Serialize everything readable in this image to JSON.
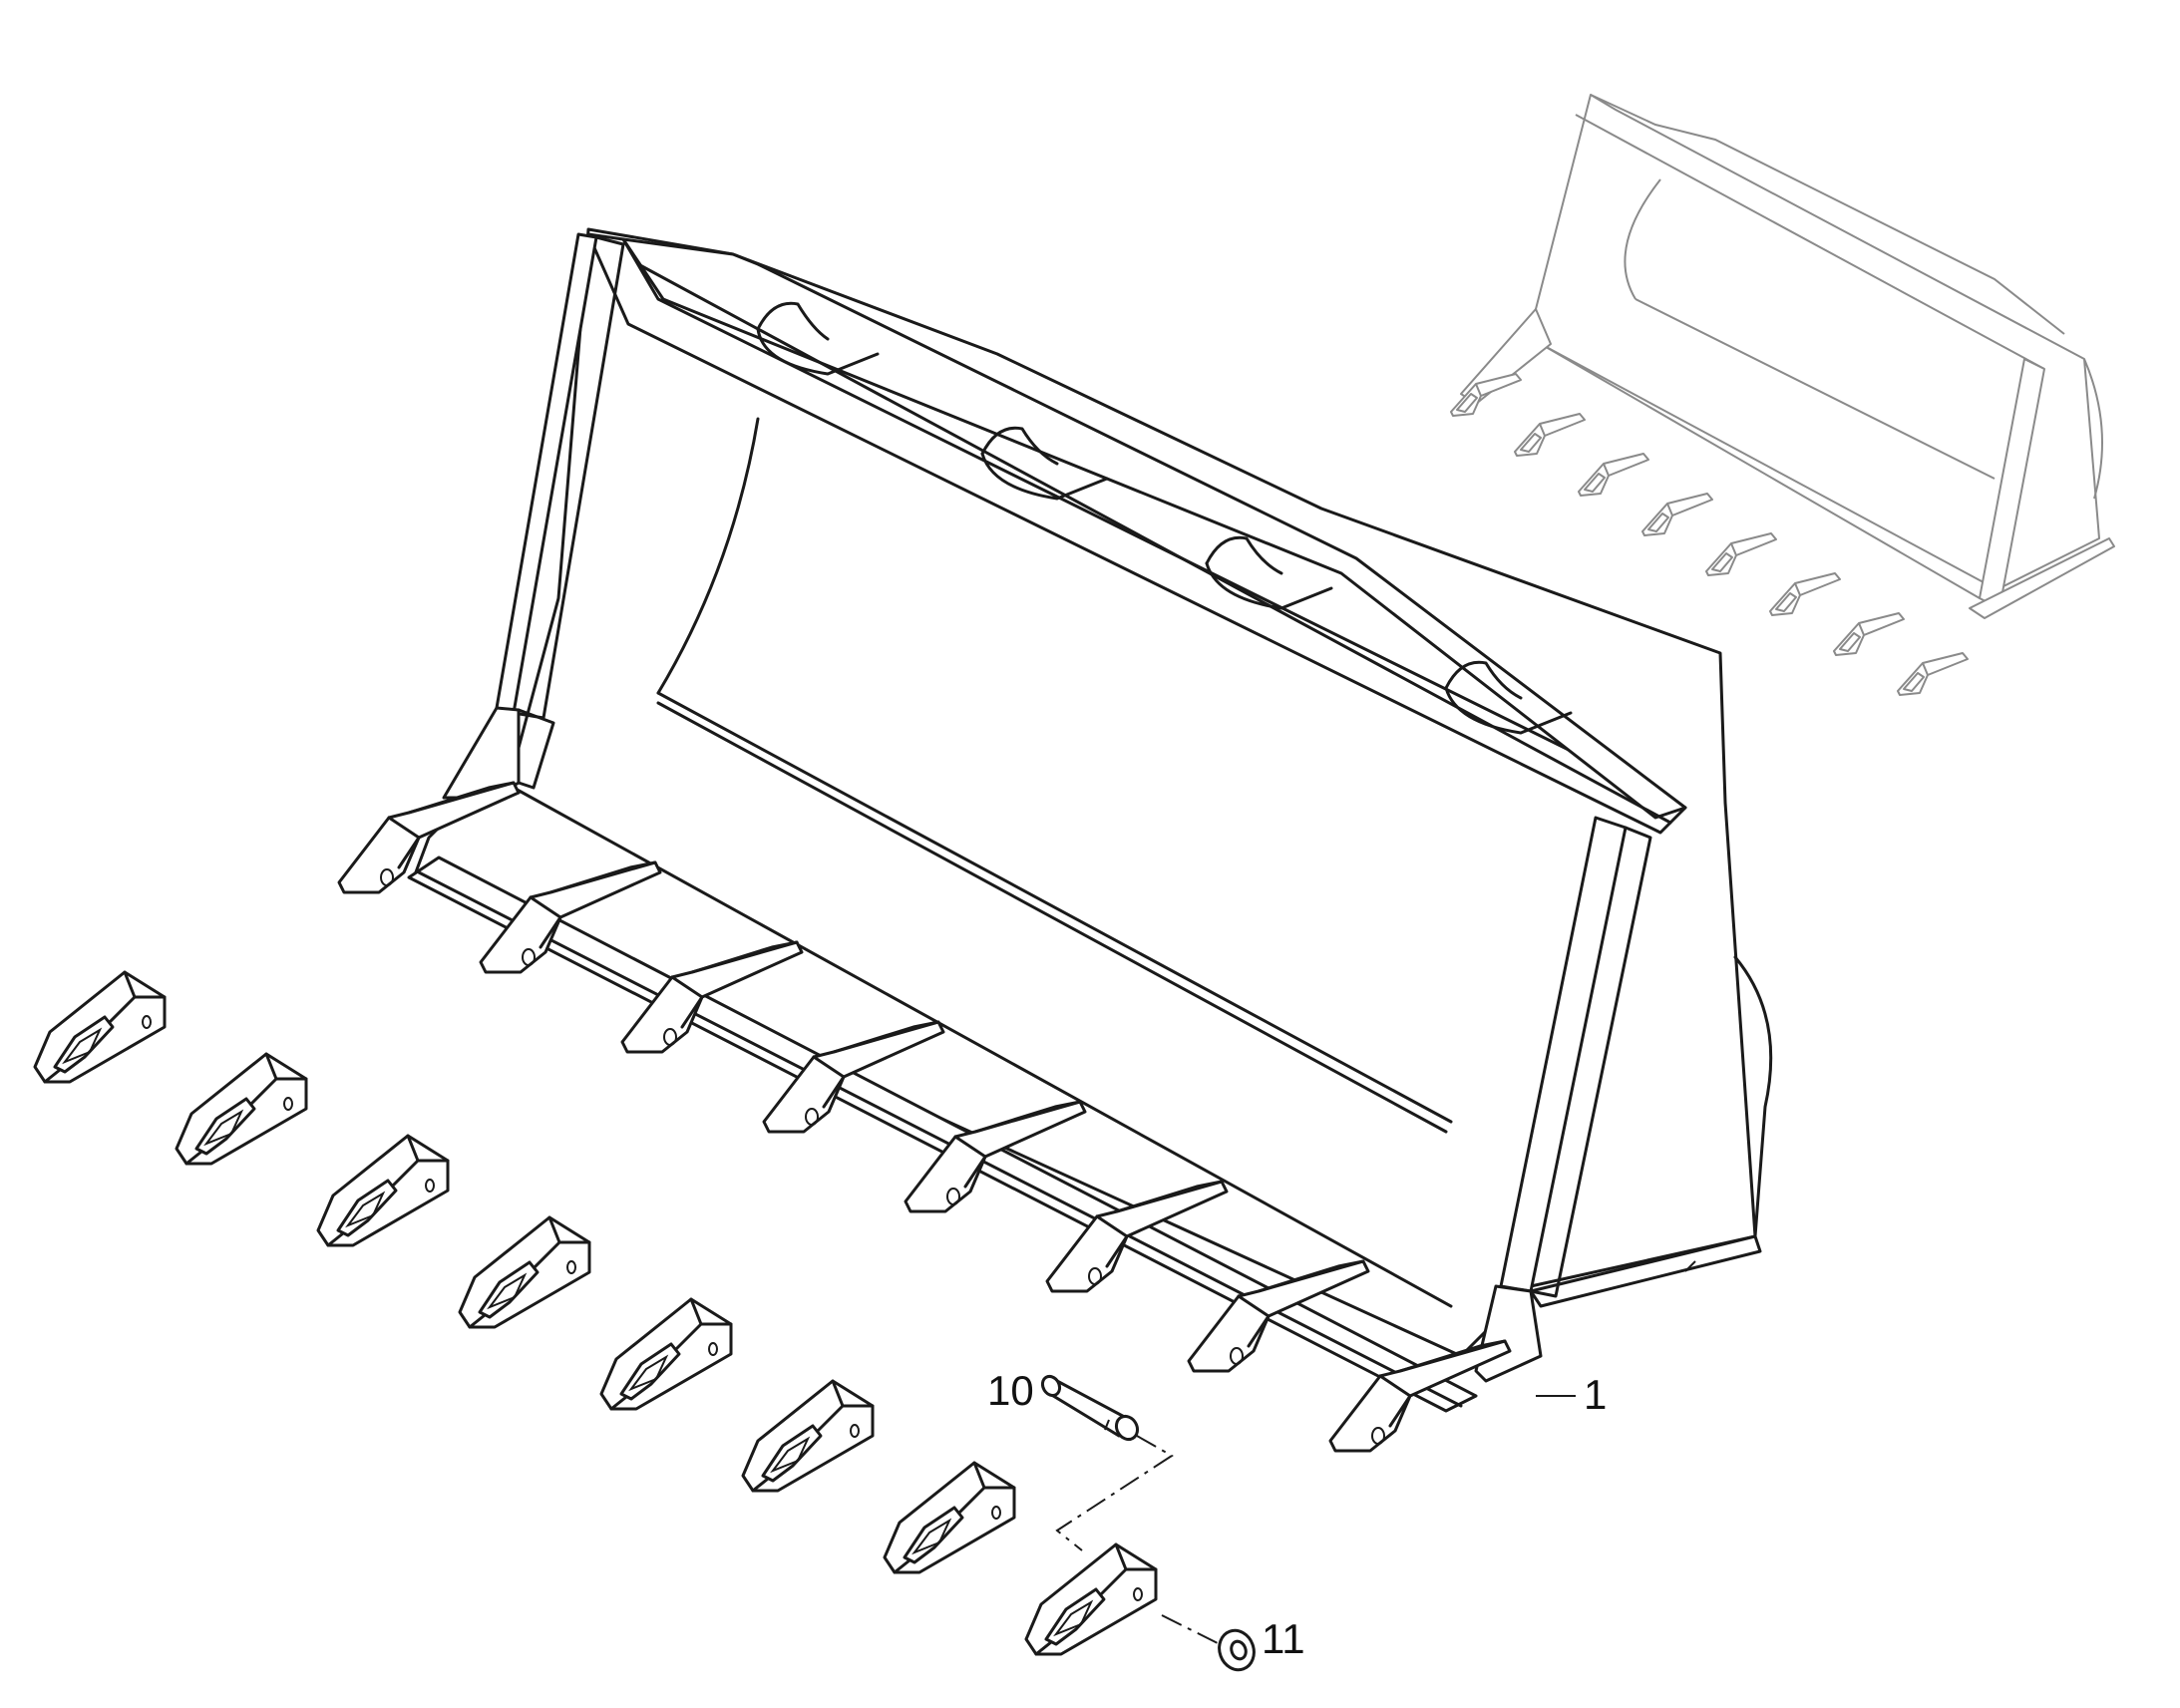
{
  "callouts": {
    "bucket": "1",
    "pin": "10",
    "retainer": "11"
  },
  "colors": {
    "line": "#1a1a1a",
    "preview_line": "#8a8a8a",
    "background": "#ffffff"
  }
}
